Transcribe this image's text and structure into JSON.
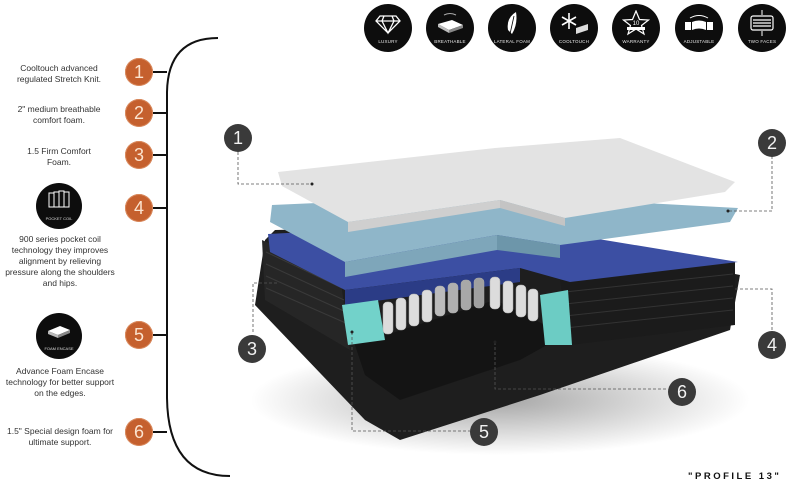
{
  "features": [
    {
      "label": "LUXURY",
      "icon": "diamond-icon"
    },
    {
      "label": "BREATHABLE",
      "icon": "mattress-air-icon"
    },
    {
      "label": "LATERAL FOAM",
      "icon": "feather-icon"
    },
    {
      "label": "COOLTOUCH",
      "icon": "snowflake-icon"
    },
    {
      "label": "WARRANTY",
      "icon": "star-10-icon",
      "badge_value": "10"
    },
    {
      "label": "ADJUSTABLE",
      "icon": "adjustable-bed-icon"
    },
    {
      "label": "TWO FACES",
      "icon": "two-faces-icon"
    }
  ],
  "layers": [
    {
      "number": "1",
      "description": "Cooltouch advanced regulated Stretch Knit."
    },
    {
      "number": "2",
      "description": "2\" medium breathable comfort foam."
    },
    {
      "number": "3",
      "description": "1.5 Firm Comfort Foam."
    },
    {
      "number": "4",
      "description": "900 series pocket coil technology they improves alignment by relieving pressure along the shoulders and hips.",
      "icon_label": "POCKET COIL"
    },
    {
      "number": "5",
      "description": "Advance Foam Encase technology for better support on the edges.",
      "icon_label": "FOAM ENCASE"
    },
    {
      "number": "6",
      "description": "1.5\" Special design foam for ultimate support."
    }
  ],
  "diagram_callouts": [
    "1",
    "2",
    "3",
    "4",
    "5",
    "6"
  ],
  "colors": {
    "accent_orange": "#c5602e",
    "callout_dark": "#3a3a3a",
    "top_layer": "#e4e4e4",
    "comfort_foam": "#8fb4c9",
    "firm_foam": "#3b4fa0",
    "encase_foam": "#6fd0c8",
    "base": "#1a1a1a"
  },
  "footer": {
    "model": "\"PROFILE 13\""
  }
}
